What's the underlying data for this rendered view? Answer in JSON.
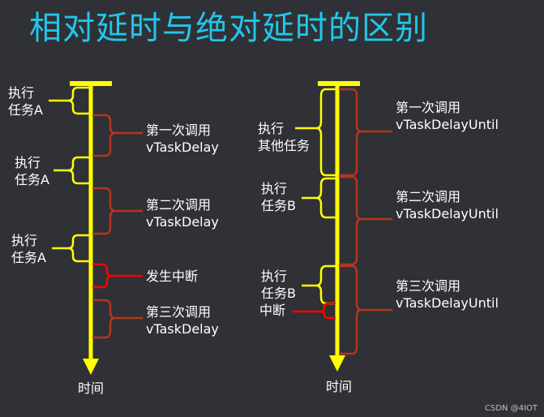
{
  "title": "相对延时与绝对延时的区别",
  "left": {
    "task_label_1_line1": "执行",
    "task_label_1_line2": "任务A",
    "task_label_2_line1": "执行",
    "task_label_2_line2": "任务A",
    "task_label_3_line1": "执行",
    "task_label_3_line2": "任务A",
    "call_1_line1": "第一次调用",
    "call_1_line2": "vTaskDelay",
    "call_2_line1": "第二次调用",
    "call_2_line2": "vTaskDelay",
    "interrupt_label": "发生中断",
    "call_3_line1": "第三次调用",
    "call_3_line2": "vTaskDelay",
    "axis_label": "时间"
  },
  "right": {
    "task_other_line1": "执行",
    "task_other_line2": "其他任务",
    "task_b_1_line1": "执行",
    "task_b_1_line2": "任务B",
    "task_b_2_line1": "执行",
    "task_b_2_line2": "任务B",
    "interrupt_label": "中断",
    "call_1_line1": "第一次调用",
    "call_1_line2": "vTaskDelayUntil",
    "call_2_line1": "第二次调用",
    "call_2_line2": "vTaskDelayUntil",
    "call_3_line1": "第三次调用",
    "call_3_line2": "vTaskDelayUntil",
    "axis_label": "时间"
  },
  "watermark": "CSDN @4IOT",
  "colors": {
    "background": "#2f3136",
    "title": "#22c6ea",
    "timeline": "#ffff00",
    "task_brace": "#ffff00",
    "delay_brace": "#b3361d",
    "interrupt": "#ff0000",
    "text": "#ffffff"
  }
}
